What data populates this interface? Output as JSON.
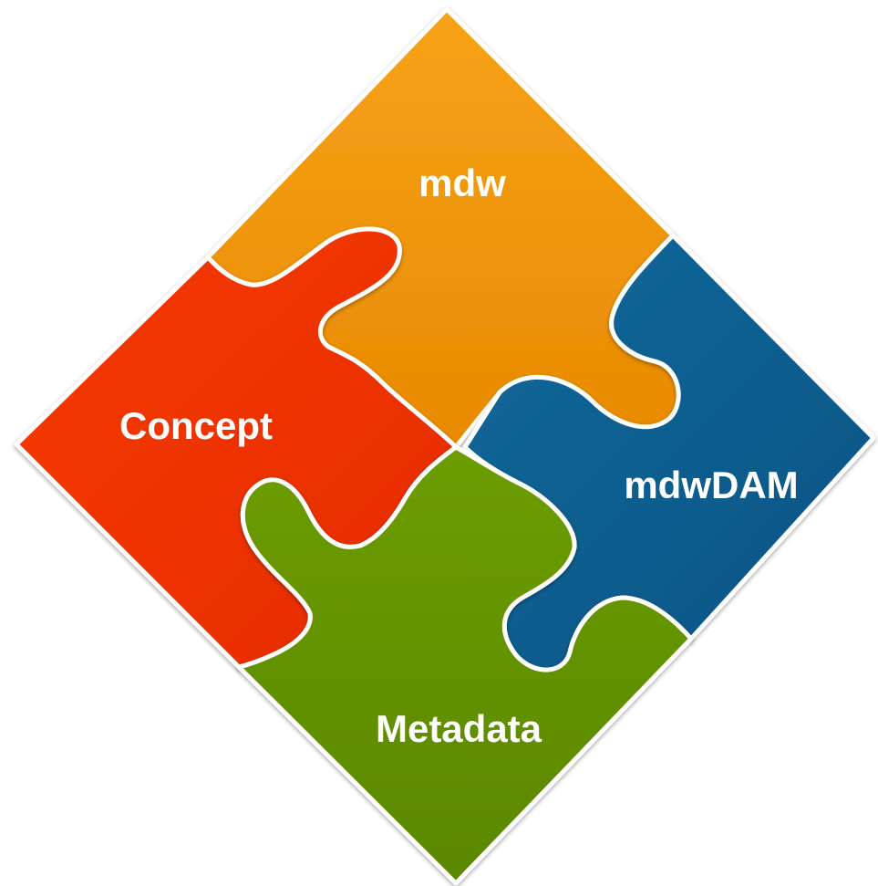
{
  "pieces": {
    "top": {
      "label": "mdw",
      "color": "#F29100"
    },
    "left": {
      "label": "Concept",
      "color": "#F23000"
    },
    "right": {
      "label": "mdwDAM",
      "color": "#0B5E8F"
    },
    "bottom": {
      "label": "Metadata",
      "color": "#649400"
    }
  },
  "seam_color": "#FFFFFF"
}
